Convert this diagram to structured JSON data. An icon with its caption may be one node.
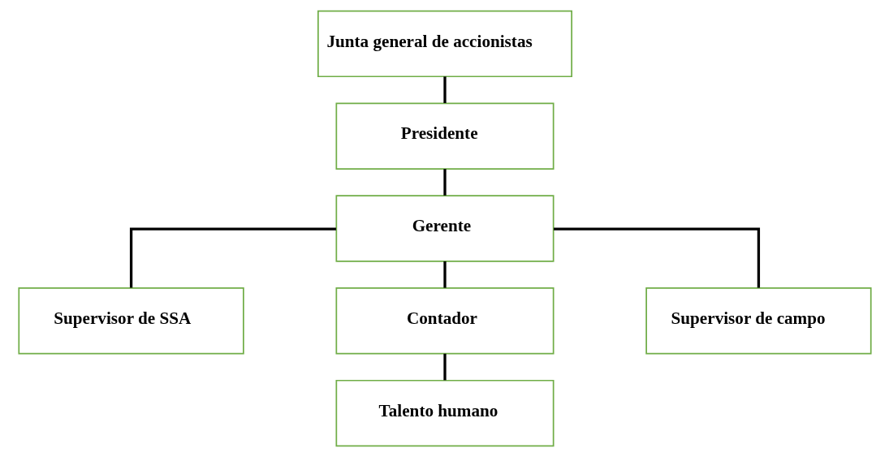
{
  "diagram": {
    "nodes": [
      {
        "text": [
          "Junta general de accionistas"
        ]
      },
      {
        "text": [
          "Presidente"
        ]
      },
      {
        "text": [
          "Gerente"
        ]
      },
      {
        "text": [
          "Supervisor de SSA"
        ]
      },
      {
        "text": [
          "Contador"
        ]
      },
      {
        "text": [
          "Supervisor de campo"
        ]
      },
      {
        "text": [
          "Talento humano"
        ]
      }
    ],
    "edges": [
      {
        "from": 0,
        "to": 1,
        "arrow": "none"
      },
      {
        "from": 1,
        "to": 2,
        "arrow": "none"
      },
      {
        "from": 2,
        "to": 3,
        "arrow": "none"
      },
      {
        "from": 2,
        "to": 4,
        "arrow": "none"
      },
      {
        "from": 2,
        "to": 5,
        "arrow": "none"
      },
      {
        "from": 4,
        "to": 6,
        "arrow": "none"
      }
    ]
  }
}
